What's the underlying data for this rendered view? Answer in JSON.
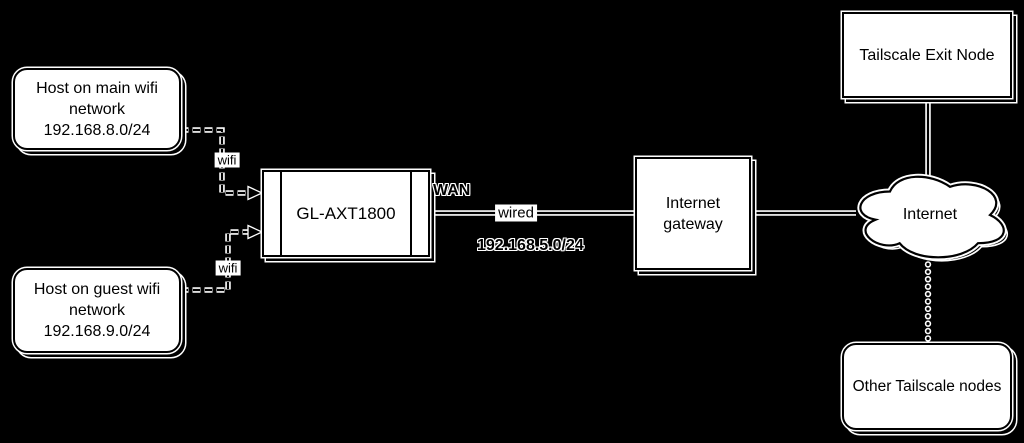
{
  "diagram": {
    "type": "network-topology",
    "colors": {
      "background": "#000000",
      "node_fill": "#ffffff",
      "stroke": "#000000",
      "halo": "#ffffff",
      "text": "#000000"
    },
    "nodes": {
      "host_main": {
        "label": "Host on main wifi\nnetwork\n192.168.8.0/24",
        "shape": "rounded-rect"
      },
      "host_guest": {
        "label": "Host on guest wifi\nnetwork\n192.168.9.0/24",
        "shape": "rounded-rect"
      },
      "router": {
        "label": "GL-AXT1800",
        "shape": "process-rect"
      },
      "gateway": {
        "label": "Internet\ngateway",
        "shape": "rect"
      },
      "internet_cloud": {
        "label": "Internet",
        "shape": "cloud"
      },
      "exit_node": {
        "label": "Tailscale Exit Node",
        "shape": "rect"
      },
      "other_nodes": {
        "label": "Other Tailscale nodes",
        "shape": "rounded-rect"
      }
    },
    "edge_labels": {
      "wifi_main": "wifi",
      "wifi_guest": "wifi",
      "wan_port": "WAN",
      "wired": "wired",
      "wan_subnet": "192.168.5.0/24"
    },
    "edges": {
      "main_to_router": {
        "style": "dashed",
        "arrow": "into-router"
      },
      "guest_to_router": {
        "style": "dashed",
        "arrow": "into-router"
      },
      "router_to_gateway": {
        "style": "solid"
      },
      "gateway_to_internet": {
        "style": "solid"
      },
      "exit_node_to_internet": {
        "style": "solid"
      },
      "internet_to_other_nodes": {
        "style": "dotted"
      }
    }
  }
}
